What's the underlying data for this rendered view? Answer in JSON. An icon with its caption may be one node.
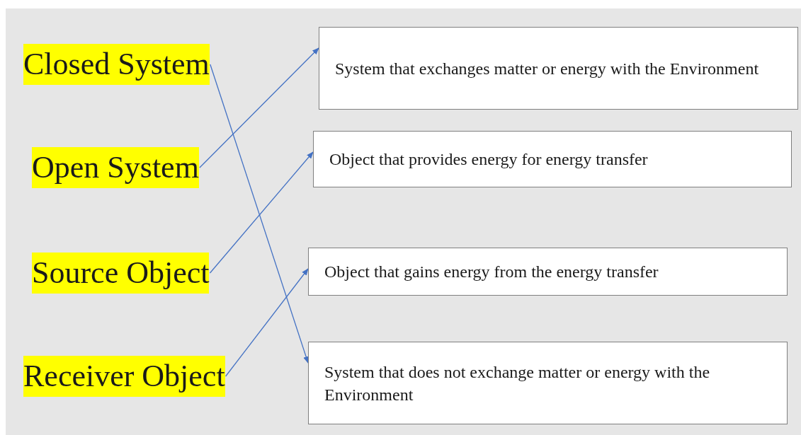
{
  "diagram": {
    "nodes": [
      {
        "text": [
          "Closed System"
        ]
      },
      {
        "text": [
          "Open System"
        ]
      },
      {
        "text": [
          "Source Object"
        ]
      },
      {
        "text": [
          "Receiver Object"
        ]
      },
      {
        "text": [
          "System that exchanges matter or energy with the Environment"
        ]
      },
      {
        "text": [
          "Object that provides energy for energy transfer"
        ]
      },
      {
        "text": [
          "Object that gains energy from the energy transfer"
        ]
      },
      {
        "text": [
          "System that does not exchange matter or energy with the Environment"
        ]
      }
    ],
    "edges": [
      {
        "from": 0,
        "to": 7,
        "arrow": "to"
      },
      {
        "from": 1,
        "to": 4,
        "arrow": "to"
      },
      {
        "from": 2,
        "to": 5,
        "arrow": "to"
      },
      {
        "from": 3,
        "to": 6,
        "arrow": "to"
      }
    ]
  }
}
